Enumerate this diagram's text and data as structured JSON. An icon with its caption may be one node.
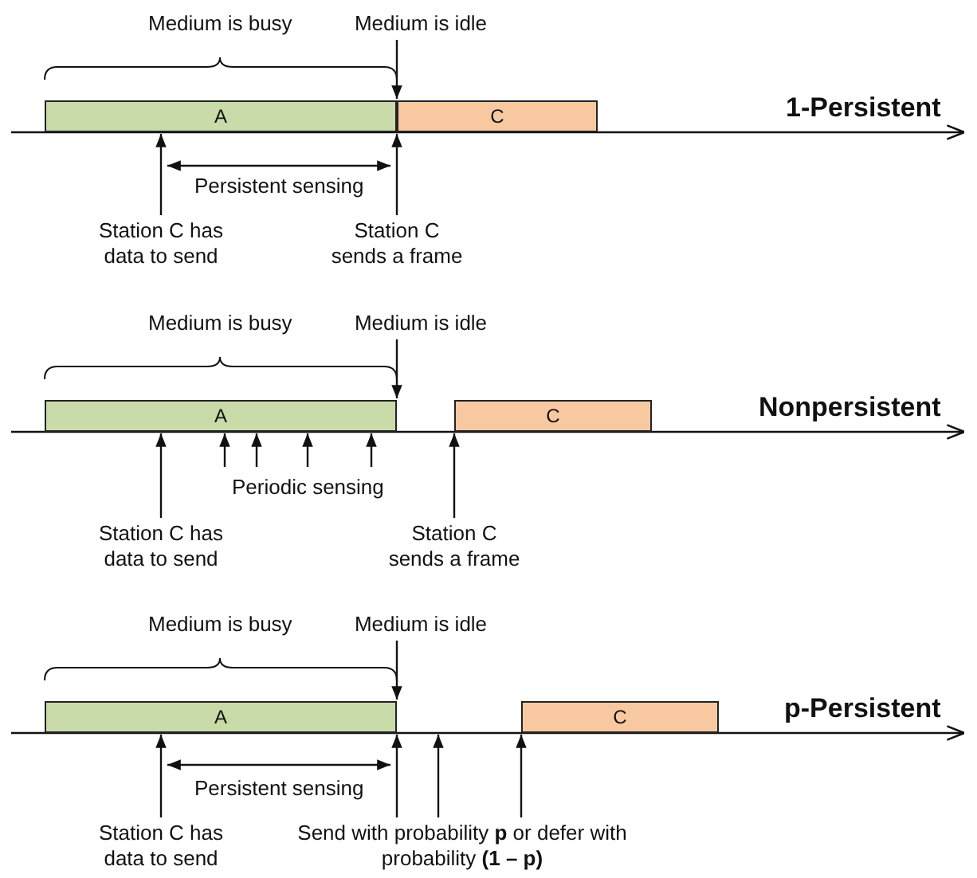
{
  "diagram": {
    "nodes": [
      {
        "text": [
          "A"
        ]
      },
      {
        "text": [
          "C"
        ]
      },
      {
        "text": [
          "Medium is idle"
        ]
      },
      {
        "text": [
          "Station C has data to send"
        ]
      },
      {
        "text": [
          "Station C sends a frame"
        ]
      },
      {
        "text": [
          "A"
        ]
      },
      {
        "text": [
          "C"
        ]
      },
      {
        "text": [
          "Medium is idle"
        ]
      },
      {
        "text": [
          "Station C has data to send"
        ]
      },
      {
        "text": [
          "Station C sends a frame"
        ]
      },
      {
        "text": [
          "A"
        ]
      },
      {
        "text": [
          "C"
        ]
      },
      {
        "text": [
          "Medium is idle"
        ]
      },
      {
        "text": [
          "Station C has data to send"
        ]
      },
      {
        "text": [
          "Send with probability **p** or defer with probability **(1 – p)**"
        ]
      }
    ],
    "edges": [
      {
        "from": 2,
        "to": 1,
        "arrow": "to"
      },
      {
        "from": 3,
        "to": 0,
        "arrow": "to"
      },
      {
        "from": 4,
        "to": 1,
        "arrow": "to"
      },
      {
        "from": 7,
        "to": 5,
        "arrow": "to"
      },
      {
        "from": 8,
        "to": 5,
        "arrow": "to"
      },
      {
        "from": 9,
        "to": 6,
        "arrow": "to"
      },
      {
        "from": 12,
        "to": 10,
        "arrow": "to"
      },
      {
        "from": 13,
        "to": 10,
        "arrow": "to"
      },
      {
        "from": 14,
        "to": 10,
        "arrow": "to"
      },
      {
        "from": 14,
        "to": null,
        "arrow": "to"
      },
      {
        "from": 14,
        "to": 11,
        "arrow": "to"
      }
    ],
    "labels": [
      "Medium is busy",
      "1-Persistent",
      "Persistent sensing",
      "Medium is busy",
      "Nonpersistent",
      "Periodic sensing",
      "Medium is busy",
      "p-Persistent",
      "Persistent sensing"
    ]
  }
}
